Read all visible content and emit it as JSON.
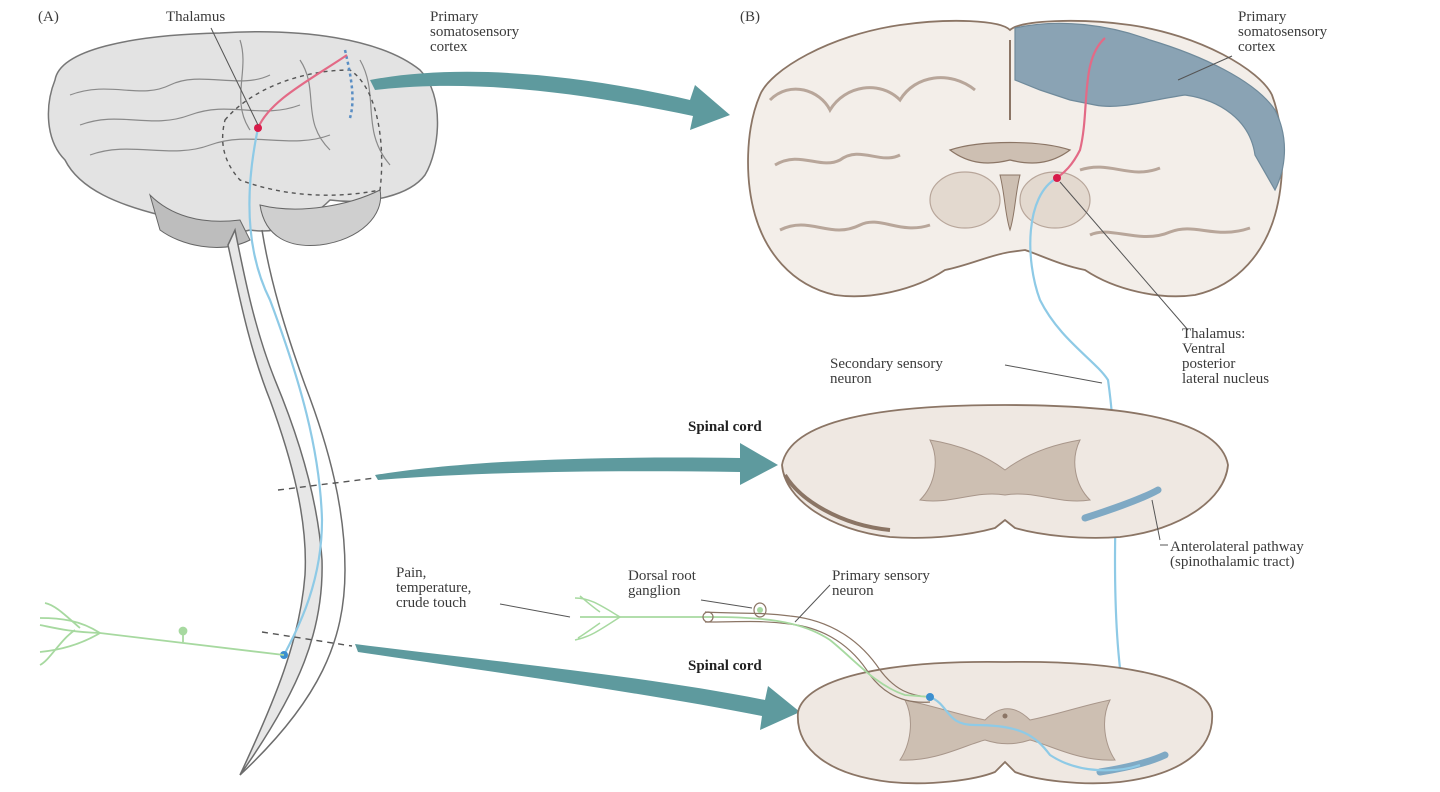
{
  "panels": {
    "a": "(A)",
    "b": "(B)"
  },
  "labels": {
    "thalamus": "Thalamus",
    "primary_cortex_a": "Primary\nsomatosensory\ncortex",
    "primary_cortex_b": "Primary\nsomatosensory\ncortex",
    "thalamus_vpl": "Thalamus:\nVentral\nposterior\nlateral nucleus",
    "secondary_neuron": "Secondary sensory\nneuron",
    "spinal_cord_upper": "Spinal cord",
    "spinal_cord_lower": "Spinal cord",
    "anterolateral": "Anterolateral pathway\n(spinothalamic tract)",
    "pain": "Pain,\ntemperature,\ncrude touch",
    "drg": "Dorsal root\nganglion",
    "primary_neuron": "Primary sensory\nneuron"
  },
  "colors": {
    "arrow": "#5e9a9e",
    "secondary_path": "#8ecae6",
    "tertiary_path": "#e36a86",
    "primary_path": "#a7d9a0",
    "cortex_highlight": "#8aa3b4",
    "white_matter": "#f3eee9",
    "gray_matter": "#cdbfb2",
    "tissue_edge": "#8b7565",
    "brain_drawing": "#d9d9d9"
  }
}
